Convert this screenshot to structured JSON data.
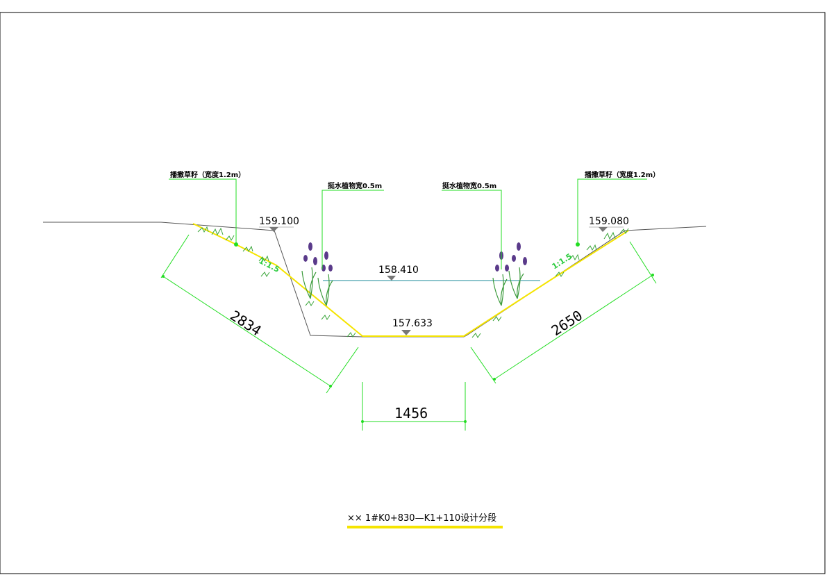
{
  "elevations": {
    "left_top": "159.100",
    "right_top": "159.080",
    "water_level": "158.410",
    "bed": "157.633"
  },
  "dimensions": {
    "left_slope": "2834",
    "right_slope": "2650",
    "bottom": "1456"
  },
  "annotations": {
    "left_grass": "播撒草籽（宽度1.2m）",
    "right_grass": "播撒草籽（宽度1.2m）",
    "left_plants": "挺水植物宽0.5m",
    "right_plants": "挺水植物宽0.5m"
  },
  "slopes": {
    "left": "1:1.5",
    "right": "1:1.5"
  },
  "title": "××    1#K0+830—K1+110设计分段",
  "colors": {
    "design_line": "#f5e400",
    "dimension": "#22dd22",
    "water": "#1a8a9a",
    "ground": "#555555",
    "plant_flower": "#5a3a8a",
    "plant_leaf": "#3a9a3a"
  }
}
